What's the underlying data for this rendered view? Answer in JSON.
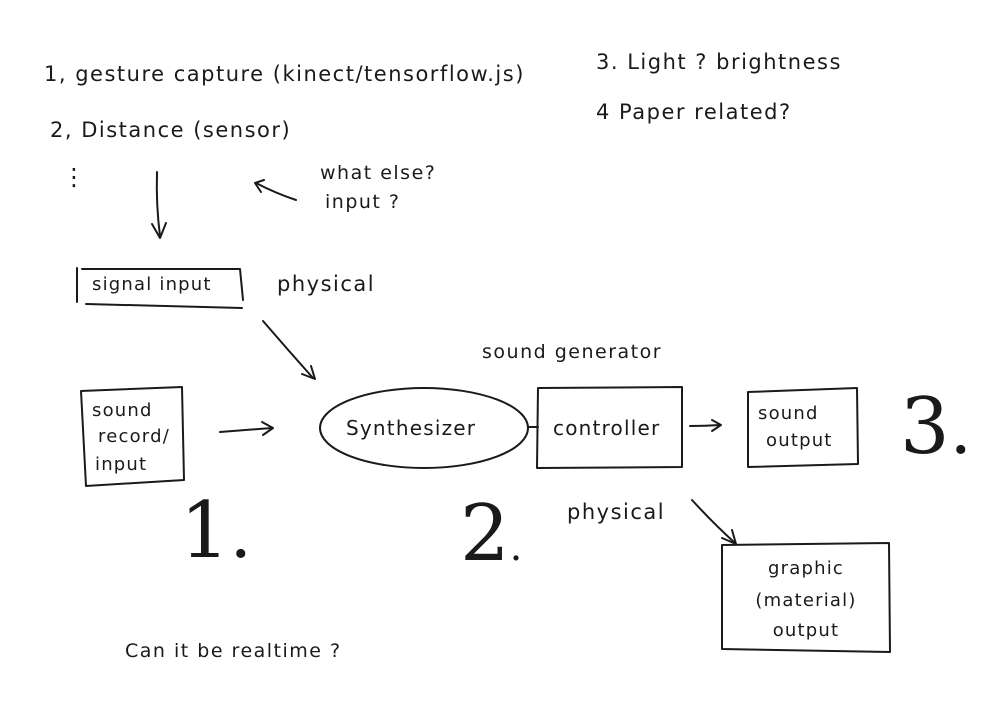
{
  "inputs_list": {
    "item1": "1, gesture capture (kinect/tensorflow.js)",
    "item2": "2, Distance (sensor)",
    "ellipsis": "⋮",
    "item3": "3. Light ? brightness",
    "item4": "4 Paper related?"
  },
  "note_what_else": {
    "line1": "what else?",
    "line2": "input ?"
  },
  "signal_input": {
    "label": "signal input",
    "annotation": "physical"
  },
  "sound_record": {
    "line1": "sound",
    "line2": "record/",
    "line3": "input"
  },
  "synthesizer": {
    "label": "Synthesizer",
    "group_label": "sound generator"
  },
  "controller": {
    "label": "controller",
    "annotation": "physical"
  },
  "sound_output": {
    "line1": "sound",
    "line2": "output"
  },
  "graphic_output": {
    "line1": "graphic",
    "line2": "(material)",
    "line3": "output"
  },
  "stage_numbers": {
    "one": "1",
    "two": "2",
    "three": "3"
  },
  "question": "Can it be realtime ?"
}
